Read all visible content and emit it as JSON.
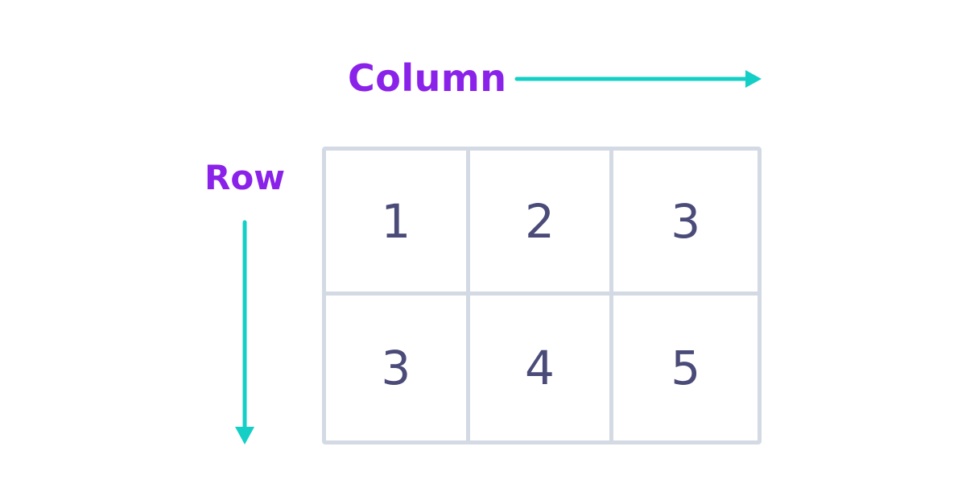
{
  "labels": {
    "column": "Column",
    "row": "Row"
  },
  "colors": {
    "label": "#8a22ea",
    "arrow": "#14cfc6",
    "grid_border": "#d3dae4",
    "cell_text": "#4a4b78"
  },
  "grid": {
    "rows": [
      [
        "1",
        "2",
        "3"
      ],
      [
        "3",
        "4",
        "5"
      ]
    ]
  }
}
